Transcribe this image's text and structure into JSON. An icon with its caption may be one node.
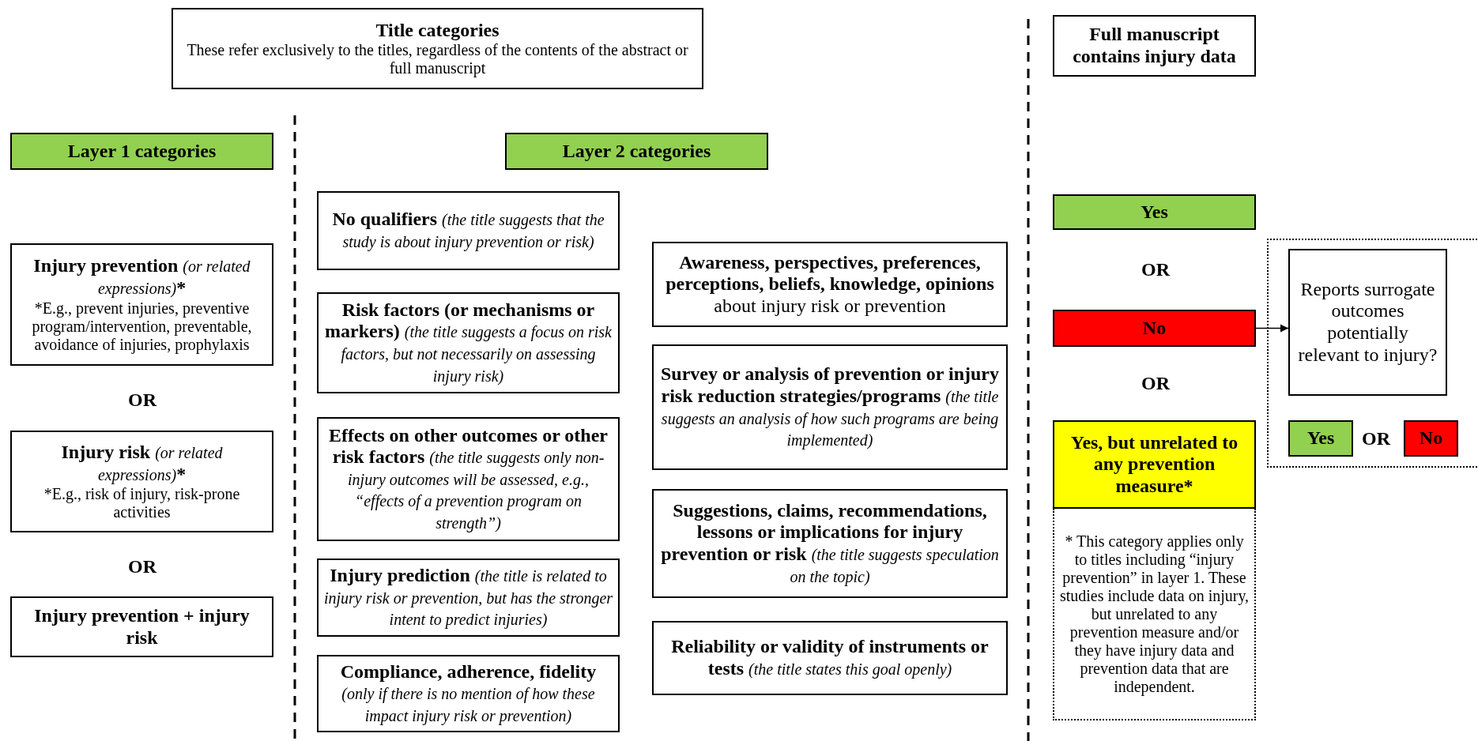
{
  "diagram": {
    "nodes": [
      {
        "text": [
          "Title categories",
          "These refer exclusively to the titles, regardless of the contents of the abstract or full manuscript"
        ]
      },
      {
        "text": [
          "Full manuscript contains injury data"
        ]
      },
      {
        "text": [
          "Layer 1 categories"
        ]
      },
      {
        "text": [
          "Layer 2 categories"
        ]
      },
      {
        "text": [
          "Injury prevention (or related expressions)*",
          "*E.g., prevent injuries, preventive program/intervention, preventable, avoidance of injuries, prophylaxis"
        ]
      },
      {
        "text": [
          "Injury risk (or related expressions)*",
          "*E.g., risk of injury, risk-prone activities"
        ]
      },
      {
        "text": [
          "Injury prevention + injury risk"
        ]
      },
      {
        "text": [
          "**No qualifiers** *(the title suggests that the study is about injury prevention or risk)*"
        ]
      },
      {
        "text": [
          "**Risk factors (or mechanisms or markers)** *(the title suggests a focus on risk factors, but not necessarily on assessing injury risk)*"
        ]
      },
      {
        "text": [
          "**Effects on other outcomes or other risk factors** *(the title suggests only non-injury outcomes will be assessed, e.g., “effects of a prevention program on strength”)*"
        ]
      },
      {
        "text": [
          "**Injury prediction** *(the title is related to injury risk or prevention, but has the stronger intent to predict injuries)*"
        ]
      },
      {
        "text": [
          "**Compliance, adherence, fidelity** *(only if there is no mention of how these impact injury risk or prevention)*"
        ]
      },
      {
        "text": [
          "**Awareness, perspectives, preferences, perceptions, beliefs, knowledge, opinions** about injury risk or prevention"
        ]
      },
      {
        "text": [
          "**Survey or analysis of prevention or injury risk reduction strategies/programs** *(the title suggests an analysis of how such programs are being implemented)*"
        ]
      },
      {
        "text": [
          "**Suggestions, claims, recommendations, lessons or implications for injury prevention or risk** *(the title suggests speculation on the topic)*"
        ]
      },
      {
        "text": [
          "**Reliability or validity of instruments or tests** *(the title states this goal openly)*"
        ]
      },
      {
        "text": [
          "Yes"
        ]
      },
      {
        "text": [
          "No"
        ]
      },
      {
        "text": [
          "Yes, but unrelated to any prevention measure*"
        ]
      },
      {
        "text": [
          "* This category applies only to titles including “injury prevention” in layer 1. These studies include data on injury, but unrelated to any prevention measure and/or they have injury data and prevention data that are independent."
        ]
      },
      {
        "text": [],
        "shape": "box"
      },
      {
        "text": [
          "Reports surrogate outcomes potentially relevant to injury?"
        ],
        "in": 20
      },
      {
        "text": [
          "Yes"
        ],
        "in": 20
      },
      {
        "text": [
          "No"
        ],
        "in": 20
      }
    ],
    "edges": [
      {
        "from": 17,
        "to": 21,
        "arrow": "to"
      }
    ],
    "labels": [
      "OR",
      "OR",
      "OR",
      "OR",
      "OR"
    ]
  }
}
